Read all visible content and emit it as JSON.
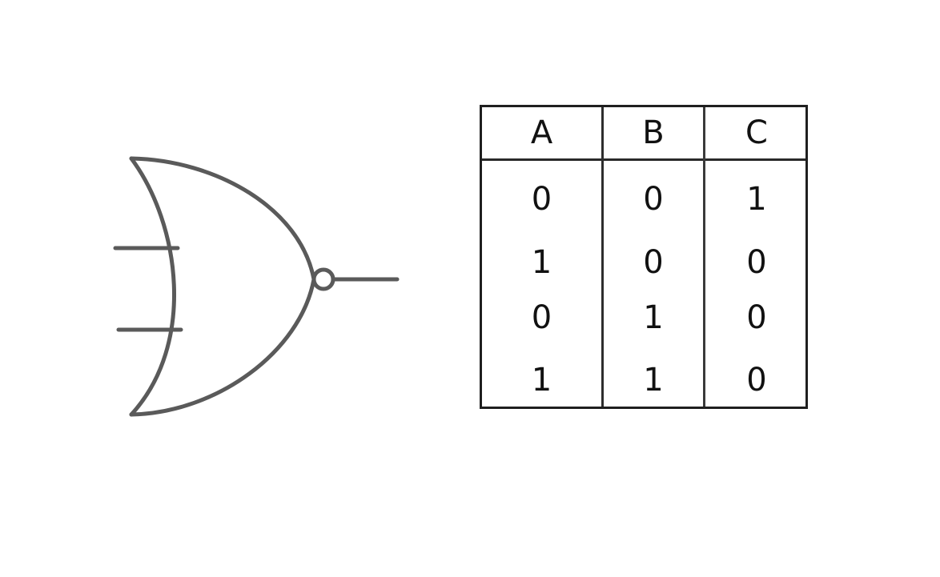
{
  "gate": {
    "type": "NOR",
    "inputs": 2,
    "stroke_color": "#5a5a5a"
  },
  "table": {
    "headers": [
      "A",
      "B",
      "C"
    ],
    "rows": [
      [
        "0",
        "0",
        "1"
      ],
      [
        "1",
        "0",
        "0"
      ],
      [
        "0",
        "1",
        "0"
      ],
      [
        "1",
        "1",
        "0"
      ]
    ]
  }
}
